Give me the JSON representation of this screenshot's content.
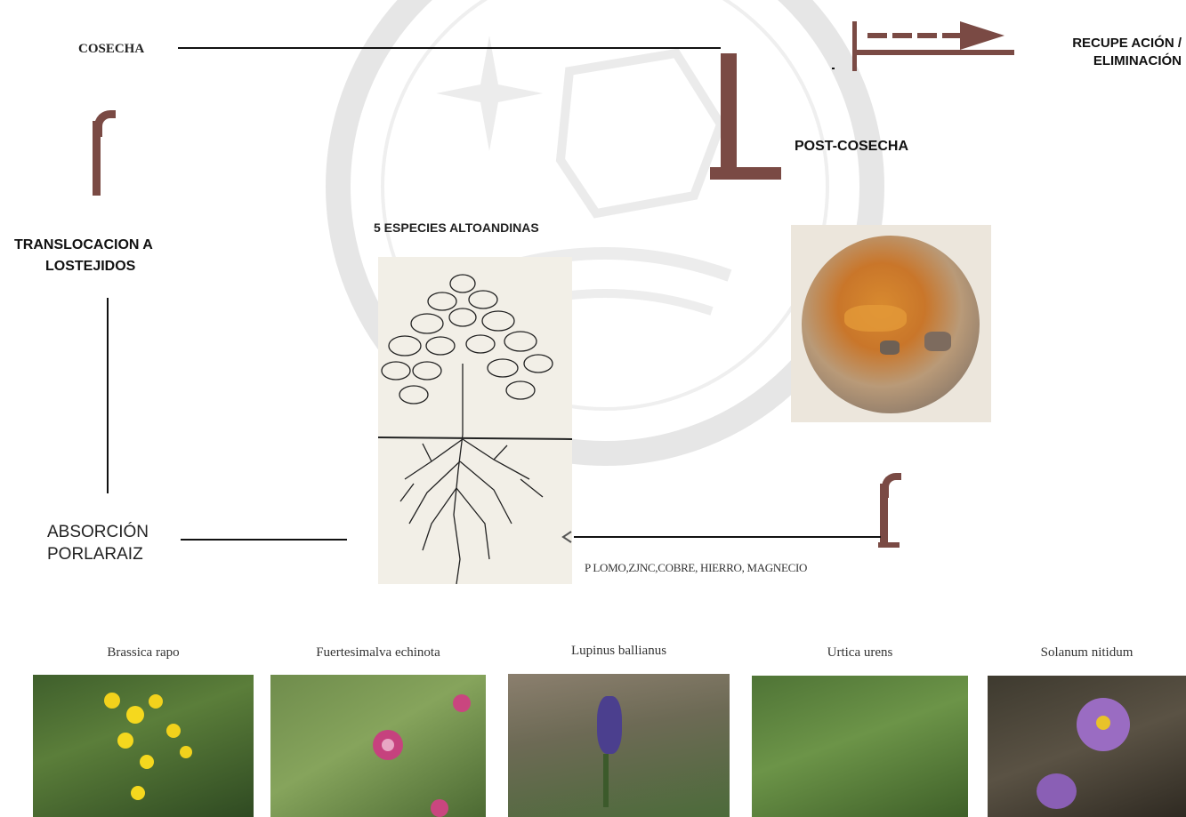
{
  "labels": {
    "cosecha": "COSECHA",
    "recuperacion_line1": "RECUPE ACIÓN /",
    "recuperacion_line2": "ELIMINACIÓN",
    "post_cosecha": "POST-COSECHA",
    "translocacion_line1": "TRANSLOCACION A",
    "translocacion_line2": "LOSTEJIDOS",
    "especies": "5 ESPECIES ALTOANDINAS",
    "absorcion_line1": "ABSORCIÓN",
    "absorcion_line2": "PORLARAIZ",
    "metales": "P LOMO,ZJNC,COBRE, HIERRO, MAGNECIO"
  },
  "species": [
    {
      "name": "Brassica rapo"
    },
    {
      "name": "Fuertesimalva echinota"
    },
    {
      "name": "Lupinus ballianus"
    },
    {
      "name": "Urtica urens"
    },
    {
      "name": "Solanum nitidum"
    }
  ],
  "colors": {
    "accent": "#7a4a44",
    "line": "#111111"
  }
}
